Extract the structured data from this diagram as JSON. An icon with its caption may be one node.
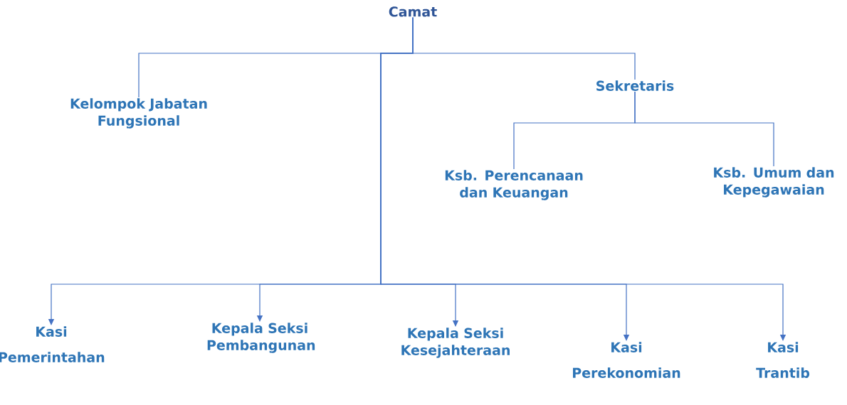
{
  "diagram": {
    "nodes": [
      {
        "text": [
          "Camat"
        ]
      },
      {
        "text": [
          "Kelompok Jabatan Fungsional"
        ]
      },
      {
        "text": [
          "Sekretaris"
        ]
      },
      {
        "text": [
          "Ksb. Perencanaan dan Keuangan"
        ]
      },
      {
        "text": [
          "Ksb. Umum dan Kepegawaian"
        ]
      },
      {
        "text": [
          "Kasi",
          "Pemerintahan"
        ]
      },
      {
        "text": [
          "Kepala Seksi Pembangunan"
        ]
      },
      {
        "text": [
          "Kepala Seksi Kesejahteraan"
        ]
      },
      {
        "text": [
          "Kasi",
          "Perekonomian"
        ]
      },
      {
        "text": [
          "Kasi",
          "Trantib"
        ]
      }
    ],
    "edges": [
      {
        "from": 0,
        "to": 1,
        "arrow": "none"
      },
      {
        "from": 0,
        "to": 2,
        "arrow": "none"
      },
      {
        "from": 2,
        "to": 3,
        "arrow": "none"
      },
      {
        "from": 2,
        "to": 4,
        "arrow": "none"
      },
      {
        "from": 0,
        "to": 5,
        "arrow": "to"
      },
      {
        "from": 0,
        "to": 6,
        "arrow": "to"
      },
      {
        "from": 0,
        "to": 7,
        "arrow": "to"
      },
      {
        "from": 0,
        "to": 8,
        "arrow": "to"
      },
      {
        "from": 0,
        "to": 9,
        "arrow": "to"
      }
    ]
  }
}
